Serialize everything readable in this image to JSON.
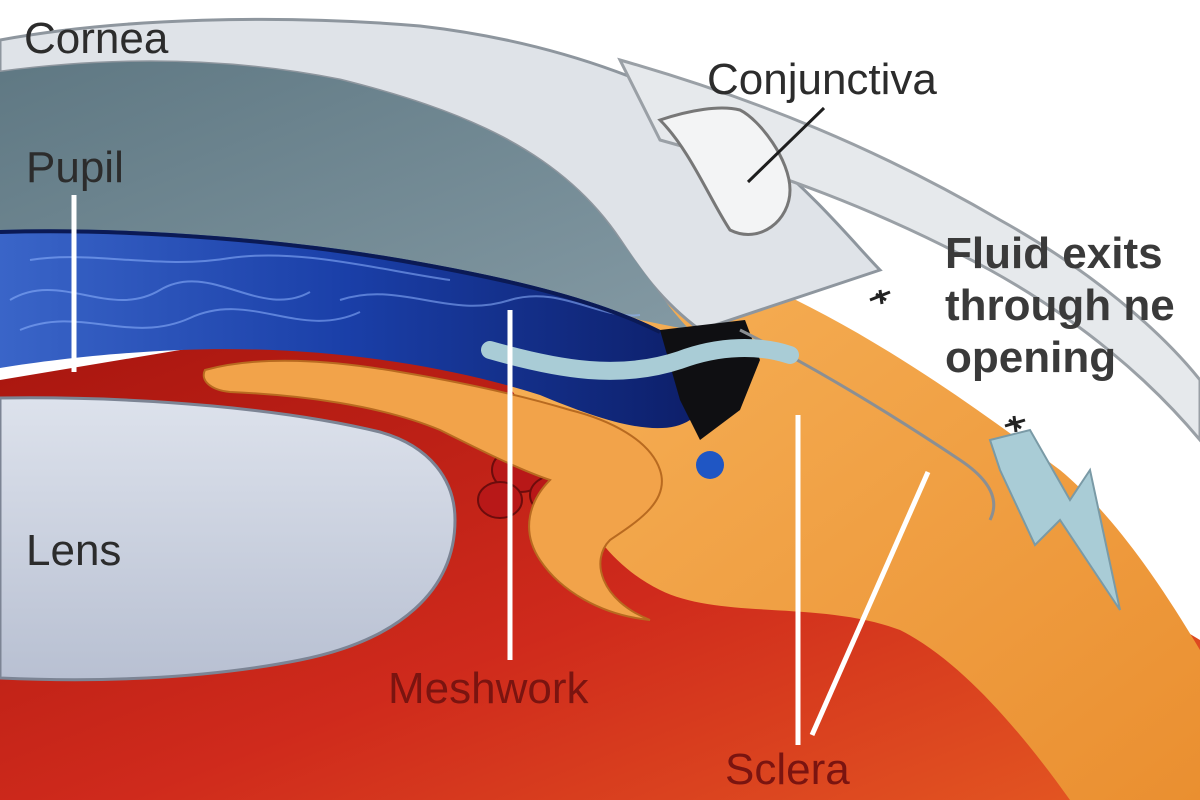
{
  "labels": {
    "cornea": "Cornea",
    "pupil": "Pupil",
    "lens": "Lens",
    "conjunctiva": "Conjunctiva",
    "meshwork": "Meshwork",
    "sclera": "Sclera",
    "fluid_line1": "Fluid exits",
    "fluid_line2": "through ne",
    "fluid_line3": "opening"
  },
  "colors": {
    "cornea": "#dfe3e8",
    "anterior_chamber": "#6d8590",
    "iris": "#1b3fa6",
    "lens": "#cdd3e0",
    "sclera": "#f2a34a",
    "interior": "#c8261e",
    "flow_arrow": "#a9ccd6",
    "meshwork_label": "#7a1410"
  }
}
